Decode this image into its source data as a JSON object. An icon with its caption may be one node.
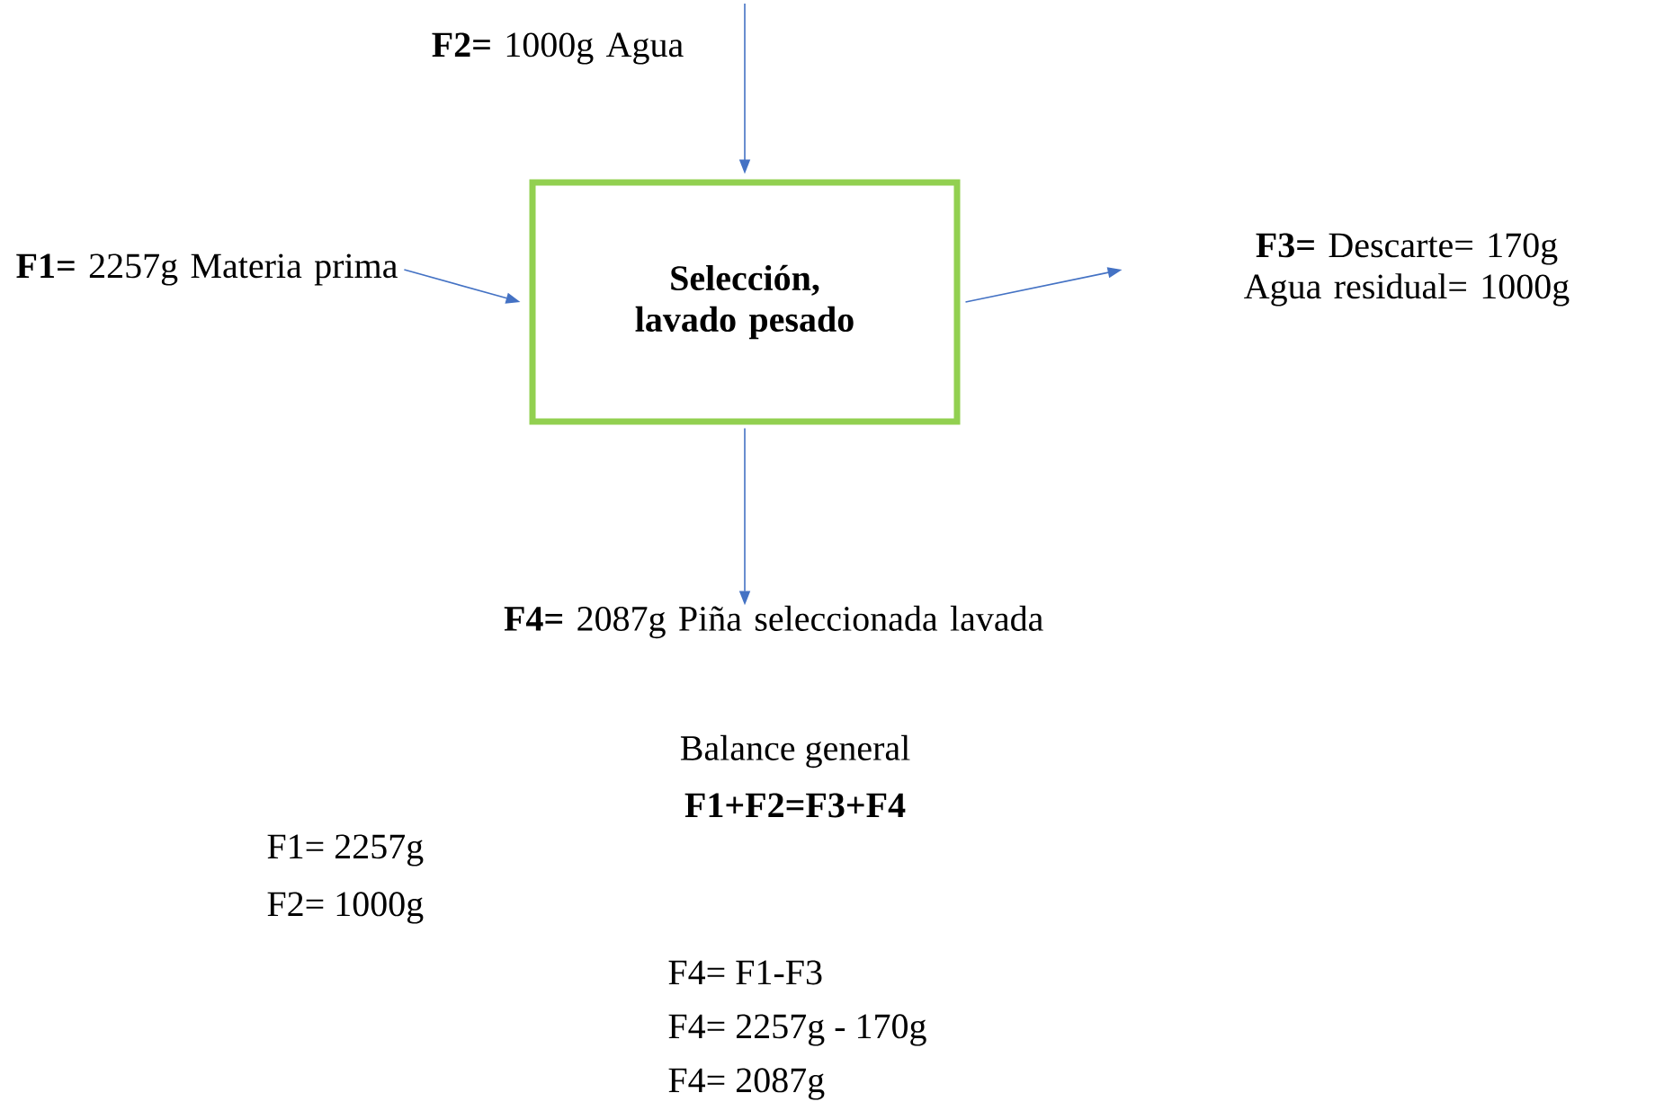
{
  "diagram": {
    "nodes": [
      {
        "text": [
          "**F2=** 1000g Agua"
        ]
      },
      {
        "text": [
          "Selección, lavado pesado"
        ]
      },
      {
        "text": [
          "**F1=** 2257g Materia prima"
        ]
      },
      {
        "text": [
          "**F3=** Descarte= 170g Agua residual= 1000g"
        ]
      },
      {
        "text": [
          "**F4=** 2087g Piña seleccionada lavada"
        ]
      }
    ],
    "edges": [
      {
        "from": 0,
        "to": 1,
        "arrow": "to"
      },
      {
        "from": 2,
        "to": 1,
        "arrow": "to"
      },
      {
        "from": 1,
        "to": 3,
        "arrow": "to"
      },
      {
        "from": 1,
        "to": 4,
        "arrow": "to"
      }
    ],
    "labels": [
      "Balance general",
      "F1+F2=F3+F4",
      "F1= 2257g",
      "F2= 1000g",
      "F4= F1-F3",
      "F4= 2257g - 170g",
      "F4= 2087g"
    ]
  }
}
